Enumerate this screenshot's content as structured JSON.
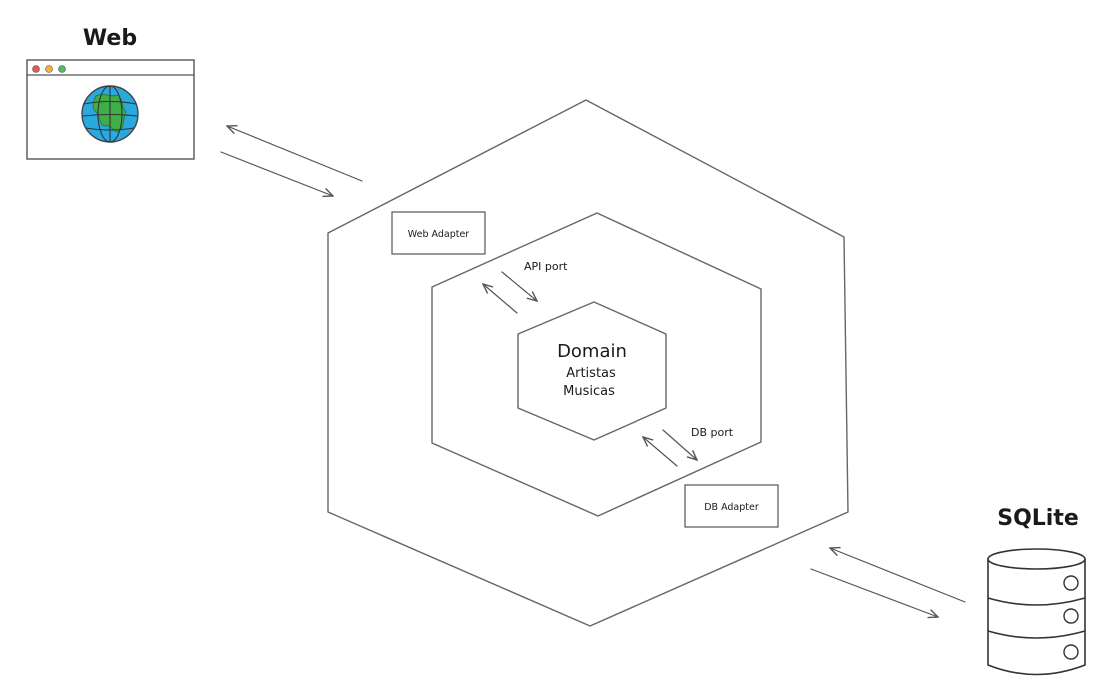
{
  "labels": {
    "web": "Web",
    "sqlite": "SQLite",
    "web_adapter": "Web Adapter",
    "db_adapter": "DB Adapter",
    "api_port": "API port",
    "db_port": "DB port",
    "domain": "Domain",
    "artistas": "Artistas",
    "musicas": "Musicas"
  },
  "colors": {
    "stroke": "#666666",
    "globe_ocean": "#29a9e0",
    "globe_land": "#3fae49",
    "dot_red": "#e45b5b",
    "dot_yellow": "#f0b43c",
    "dot_green": "#4cbf5a"
  },
  "icons": [
    "browser-window-icon",
    "globe-icon",
    "database-icon"
  ]
}
